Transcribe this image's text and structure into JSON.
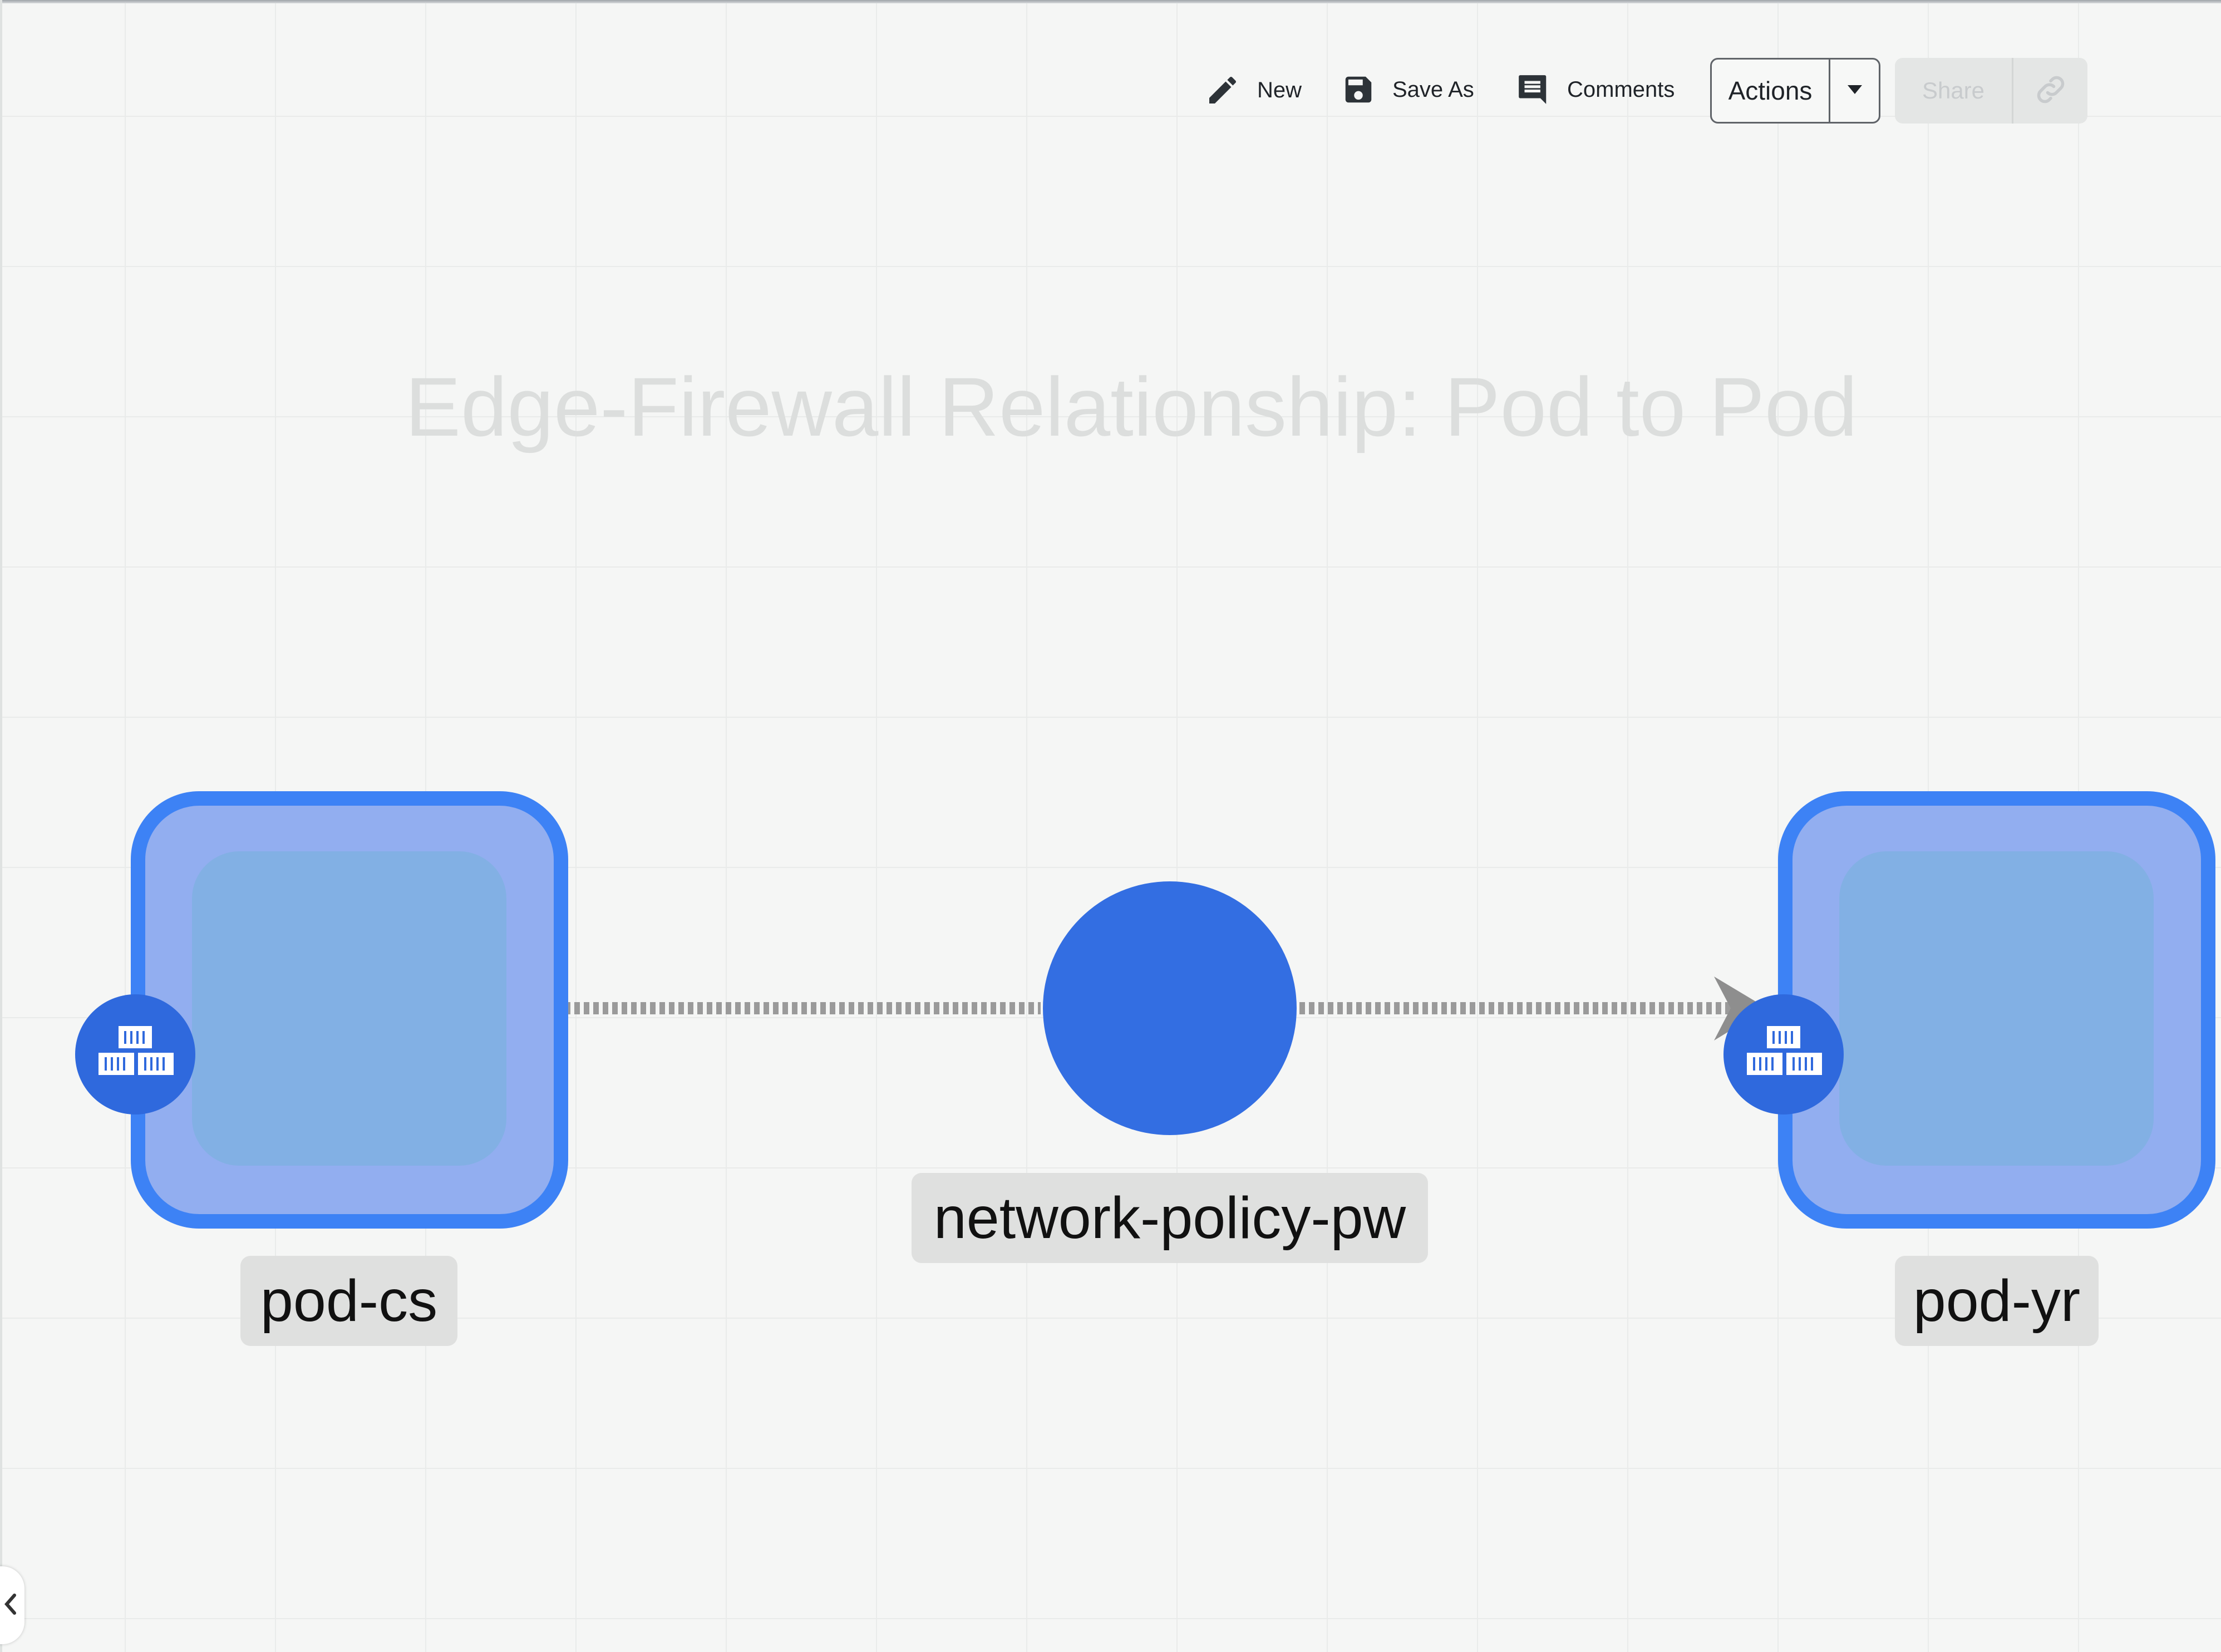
{
  "toolbar": {
    "new_label": "New",
    "save_as_label": "Save As",
    "comments_label": "Comments",
    "actions_label": "Actions",
    "share_label": "Share"
  },
  "diagram": {
    "title": "Edge-Firewall Relationship: Pod to Pod",
    "nodes": {
      "source_pod": "pod-cs",
      "policy": "network-policy-pw",
      "target_pod": "pod-yr"
    }
  },
  "colors": {
    "pod_border": "#3d82f5",
    "pod_fill": "#92aef0",
    "pod_inner": "#82b0e4",
    "policy_fill": "#336ee2",
    "badge_fill": "#2f69dd",
    "edge": "#9a9a9a"
  },
  "icons": {
    "new": "pencil-icon",
    "save_as": "floppy-disk-icon",
    "comments": "comment-icon",
    "actions_menu": "caret-down-icon",
    "share_link": "link-icon",
    "pod_badge": "container-stack-icon",
    "collapse": "chevron-left-icon"
  }
}
